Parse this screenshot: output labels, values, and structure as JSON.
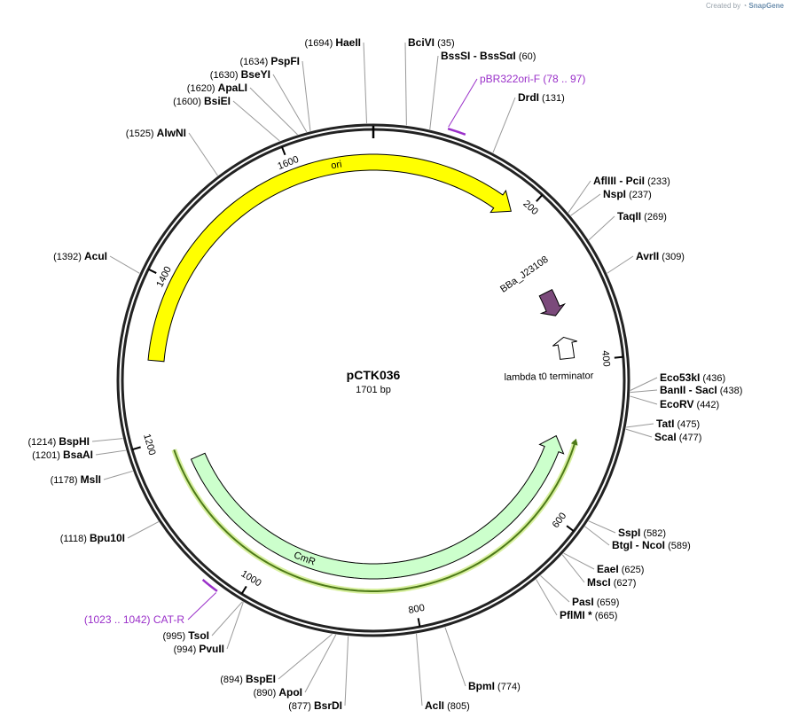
{
  "watermark": {
    "prefix": "Created by",
    "brand": "SnapGene"
  },
  "plasmid": {
    "name": "pCTK036",
    "length_label": "1701 bp",
    "length": 1701
  },
  "ticks": [
    {
      "pos": 200,
      "label": "200"
    },
    {
      "pos": 400,
      "label": "400"
    },
    {
      "pos": 600,
      "label": "600"
    },
    {
      "pos": 800,
      "label": "800"
    },
    {
      "pos": 1000,
      "label": "1000"
    },
    {
      "pos": 1200,
      "label": "1200"
    },
    {
      "pos": 1400,
      "label": "1400"
    },
    {
      "pos": 1600,
      "label": "1600"
    }
  ],
  "enzymes": [
    {
      "pos": 35,
      "name": "BciVI",
      "pos_label": "(35)"
    },
    {
      "pos": 60,
      "name": "BssSI",
      "name2": "BssSαI",
      "pos_label": "(60)"
    },
    {
      "pos": 131,
      "name": "DrdI",
      "pos_label": "(131)"
    },
    {
      "pos": 233,
      "name": "AflIII",
      "name2": "PciI",
      "pos_label": "(233)"
    },
    {
      "pos": 237,
      "name": "NspI",
      "pos_label": "(237)"
    },
    {
      "pos": 269,
      "name": "TaqII",
      "pos_label": "(269)"
    },
    {
      "pos": 309,
      "name": "AvrII",
      "pos_label": "(309)"
    },
    {
      "pos": 436,
      "name": "Eco53kI",
      "pos_label": "(436)"
    },
    {
      "pos": 438,
      "name": "BanII",
      "name2": "SacI",
      "pos_label": "(438)"
    },
    {
      "pos": 442,
      "name": "EcoRV",
      "pos_label": "(442)"
    },
    {
      "pos": 475,
      "name": "TatI",
      "pos_label": "(475)"
    },
    {
      "pos": 477,
      "name": "ScaI",
      "pos_label": "(477)"
    },
    {
      "pos": 582,
      "name": "SspI",
      "pos_label": "(582)"
    },
    {
      "pos": 589,
      "name": "BtgI",
      "name2": "NcoI",
      "pos_label": "(589)"
    },
    {
      "pos": 625,
      "name": "EaeI",
      "pos_label": "(625)"
    },
    {
      "pos": 627,
      "name": "MscI",
      "pos_label": "(627)"
    },
    {
      "pos": 659,
      "name": "PasI",
      "pos_label": "(659)"
    },
    {
      "pos": 665,
      "name": "PflMI *",
      "pos_label": "(665)"
    },
    {
      "pos": 774,
      "name": "BpmI",
      "pos_label": "(774)"
    },
    {
      "pos": 805,
      "name": "AclI",
      "pos_label": "(805)"
    },
    {
      "pos": 877,
      "name": "BsrDI",
      "pos_label": "(877)"
    },
    {
      "pos": 890,
      "name": "ApoI",
      "pos_label": "(890)"
    },
    {
      "pos": 894,
      "name": "BspEI",
      "pos_label": "(894)"
    },
    {
      "pos": 994,
      "name": "PvuII",
      "pos_label": "(994)"
    },
    {
      "pos": 995,
      "name": "TsoI",
      "pos_label": "(995)"
    },
    {
      "pos": 1118,
      "name": "Bpu10I",
      "pos_label": "(1118)"
    },
    {
      "pos": 1178,
      "name": "MslI",
      "pos_label": "(1178)"
    },
    {
      "pos": 1201,
      "name": "BsaAI",
      "pos_label": "(1201)"
    },
    {
      "pos": 1214,
      "name": "BspHI",
      "pos_label": "(1214)"
    },
    {
      "pos": 1392,
      "name": "AcuI",
      "pos_label": "(1392)"
    },
    {
      "pos": 1525,
      "name": "AlwNI",
      "pos_label": "(1525)"
    },
    {
      "pos": 1600,
      "name": "BsiEI",
      "pos_label": "(1600)"
    },
    {
      "pos": 1620,
      "name": "ApaLI",
      "pos_label": "(1620)"
    },
    {
      "pos": 1630,
      "name": "BseYI",
      "pos_label": "(1630)"
    },
    {
      "pos": 1634,
      "name": "PspFI",
      "pos_label": "(1634)"
    },
    {
      "pos": 1694,
      "name": "HaeII",
      "pos_label": "(1694)"
    }
  ],
  "primers": [
    {
      "name": "pBR322ori-F",
      "range": "(78 .. 97)",
      "start": 78,
      "end": 97
    },
    {
      "name": "CAT-R",
      "range": "(1023 .. 1042)",
      "start": 1023,
      "end": 1042
    }
  ],
  "features": [
    {
      "name": "ori",
      "start": 1300,
      "end": 185,
      "direction": "forward",
      "color": "#ffff00"
    },
    {
      "name": "BBa_J23108",
      "start": 298,
      "end": 333,
      "direction": "forward",
      "color": "#7b4a7b"
    },
    {
      "name": "lambda t0 terminator",
      "start": 365,
      "end": 395,
      "direction": "reverse",
      "color": "#ffffff"
    },
    {
      "name": "CmR",
      "start": 505,
      "end": 1165,
      "direction": "reverse",
      "color": "#ccffcc"
    }
  ],
  "orf": {
    "start": 505,
    "end": 1185,
    "color": "#4e7a18"
  },
  "colors": {
    "primer": "#9a30c9",
    "backbone": "#222222"
  }
}
